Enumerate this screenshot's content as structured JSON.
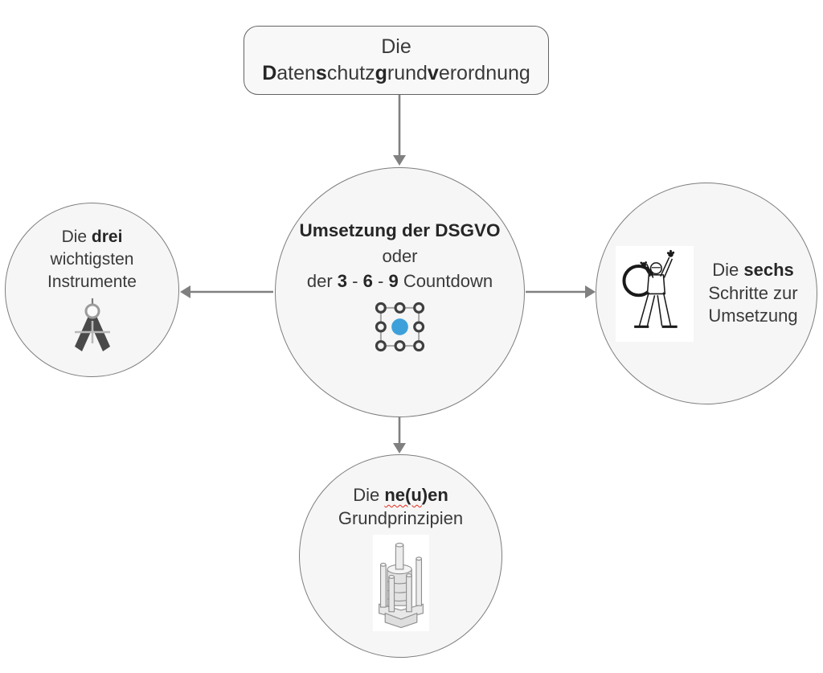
{
  "colors": {
    "accent_blue": "#3da0da",
    "arrow_gray": "#808080",
    "squiggle_red": "#e02b1d"
  },
  "top_box": {
    "line1": "Die",
    "word": {
      "p1": "D",
      "p2": "aten",
      "p3": "s",
      "p4": "chutz",
      "p5": "g",
      "p6": "rund",
      "p7": "v",
      "p8": "erordnung"
    }
  },
  "center_circle": {
    "title": "Umsetzung der DSGVO",
    "line2": "oder",
    "line3": {
      "pre": "der",
      "n1": "3",
      "sep1": "-",
      "n2": "6",
      "sep2": "-",
      "n3": "9",
      "post": "Countdown"
    },
    "icon": "grid-selection-handles-icon"
  },
  "left_circle": {
    "l1a": "Die",
    "l1b": "drei",
    "l2": "wichtigsten",
    "l3": "Instrumente",
    "icon": "compass-divider-icon"
  },
  "right_circle": {
    "l1a": "Die",
    "l1b": "sechs",
    "l2": "Schritte zur",
    "l3": "Umsetzung",
    "icon": "person-with-ring-icon"
  },
  "bottom_circle": {
    "l1a": "Die",
    "l1b": "ne(u",
    "l1c": ")en",
    "l2": "Grundprinzipien",
    "icon": "press-sketch-icon"
  }
}
